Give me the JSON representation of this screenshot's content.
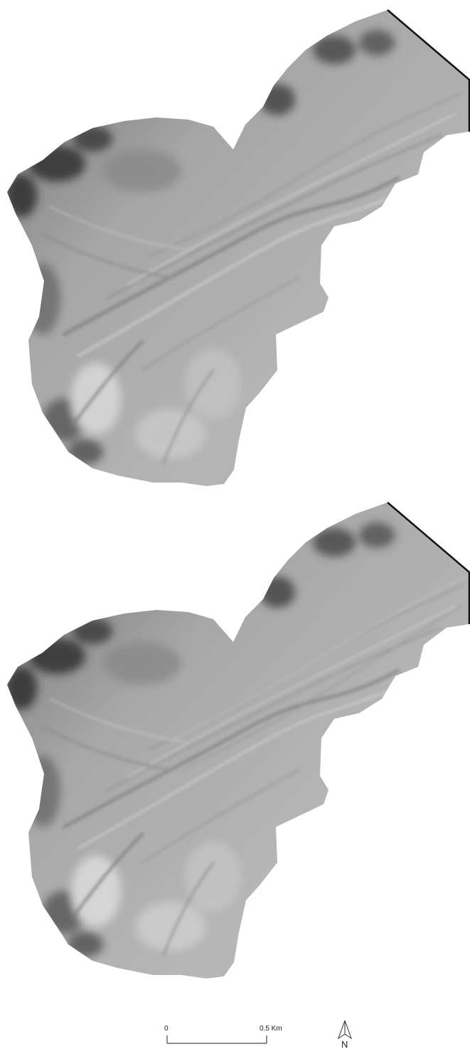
{
  "maps": [
    {
      "id": "hillshade-top",
      "style": "hillshade-smooth"
    },
    {
      "id": "hillshade-bottom",
      "style": "hillshade-detailed"
    }
  ],
  "scale_bar": {
    "start_label": "0",
    "end_label": "0.5 Km"
  },
  "north_arrow": {
    "label": "N",
    "icon": "north-arrow-icon"
  },
  "colors": {
    "relief_light": "#d4d4d4",
    "relief_mid": "#a9a9a9",
    "relief_dark": "#3a3a3a",
    "outline": "#111111"
  }
}
